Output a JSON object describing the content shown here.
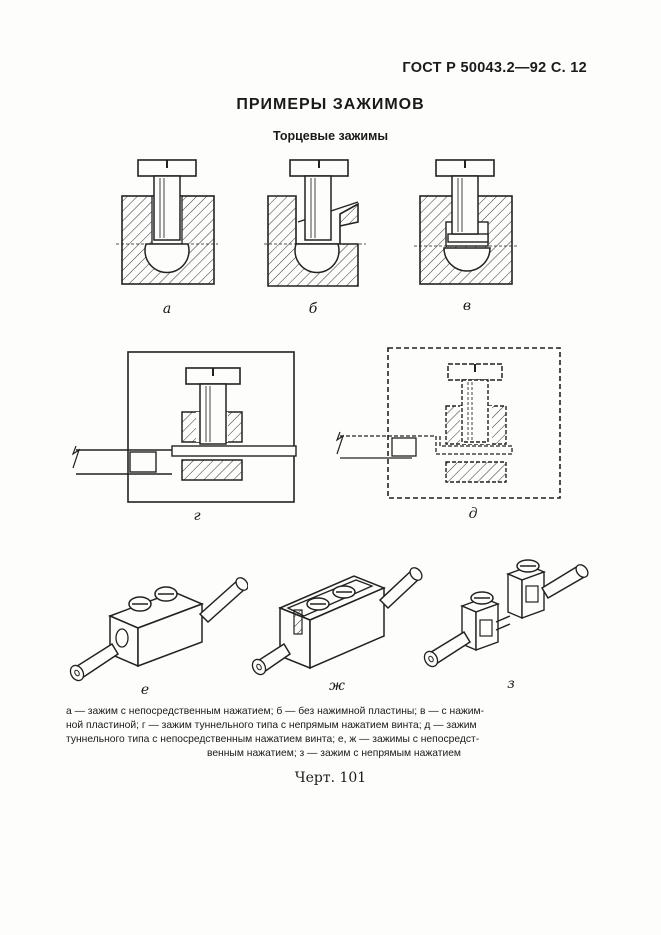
{
  "header": "ГОСТ Р 50043.2—92 С. 12",
  "title": "ПРИМЕРЫ ЗАЖИМОВ",
  "subtitle": "Торцевые зажимы",
  "figure_labels": {
    "a": "а",
    "b": "б",
    "v": "в",
    "g": "г",
    "d": "д",
    "e": "е",
    "zh": "ж",
    "z": "з"
  },
  "caption": {
    "line1": "а — зажим с непосредственным нажатием; б — без нажимной пластины; в — с нажим-",
    "line2": "ной пластиной; г — зажим туннельного типа с непрямым нажатием винта; д — зажим",
    "line3": "туннельного типа с непосредственным нажатием винта; е, ж — зажимы с непосредст-",
    "line4": "венным нажатием; з — зажим с непрямым нажатием"
  },
  "figure_caption": "Черт. 101"
}
